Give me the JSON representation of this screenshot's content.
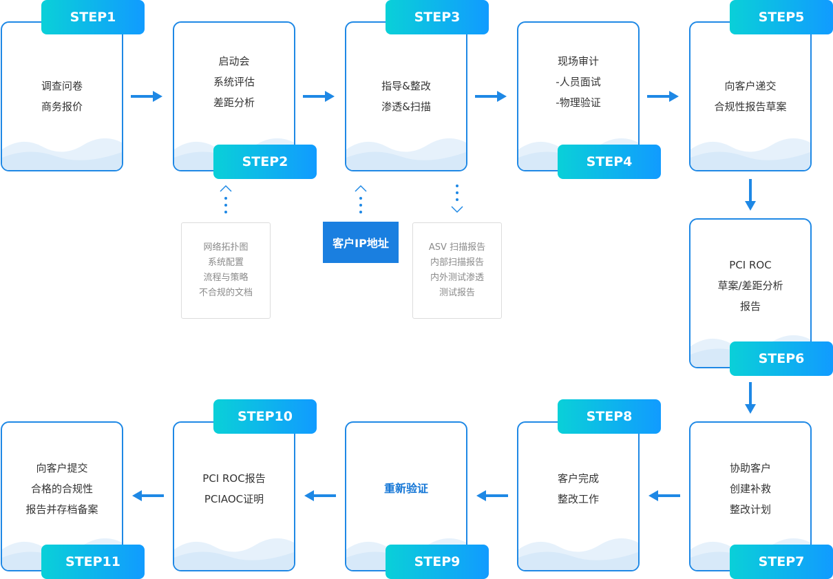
{
  "steps": [
    {
      "badge": "STEP1",
      "lines": [
        "调查问卷",
        "商务报价"
      ]
    },
    {
      "badge": "STEP2",
      "lines": [
        "启动会",
        "系统评估",
        "差距分析"
      ]
    },
    {
      "badge": "STEP3",
      "lines": [
        "指导&整改",
        "渗透&扫描"
      ]
    },
    {
      "badge": "STEP4",
      "lines": [
        "现场审计",
        "-人员面试",
        "-物理验证"
      ]
    },
    {
      "badge": "STEP5",
      "lines": [
        "向客户递交",
        "合规性报告草案"
      ]
    },
    {
      "badge": "STEP6",
      "lines": [
        "PCI ROC",
        "草案/差距分析",
        "报告"
      ]
    },
    {
      "badge": "STEP7",
      "lines": [
        "协助客户",
        "创建补救",
        "整改计划"
      ]
    },
    {
      "badge": "STEP8",
      "lines": [
        "客户完成",
        "整改工作"
      ]
    },
    {
      "badge": "STEP9",
      "lines": [
        "重新验证"
      ]
    },
    {
      "badge": "STEP10",
      "lines": [
        "PCI ROC报告",
        "PCIAOC证明"
      ]
    },
    {
      "badge": "STEP11",
      "lines": [
        "向客户提交",
        "合格的合规性",
        "报告并存档备案"
      ]
    }
  ],
  "notes": {
    "step2_inputs": [
      "网络拓扑图",
      "系统配置",
      "流程与策略",
      "不合规的文档"
    ],
    "step3_input": "客户IP地址",
    "step3_outputs": [
      "ASV 扫描报告",
      "内部扫描报告",
      "内外测试渗透",
      "测试报告"
    ]
  },
  "colors": {
    "accent": "#1e88e5",
    "badge_start": "#0ad0d8",
    "badge_end": "#119bff",
    "ip_box": "#1a7fe0"
  }
}
